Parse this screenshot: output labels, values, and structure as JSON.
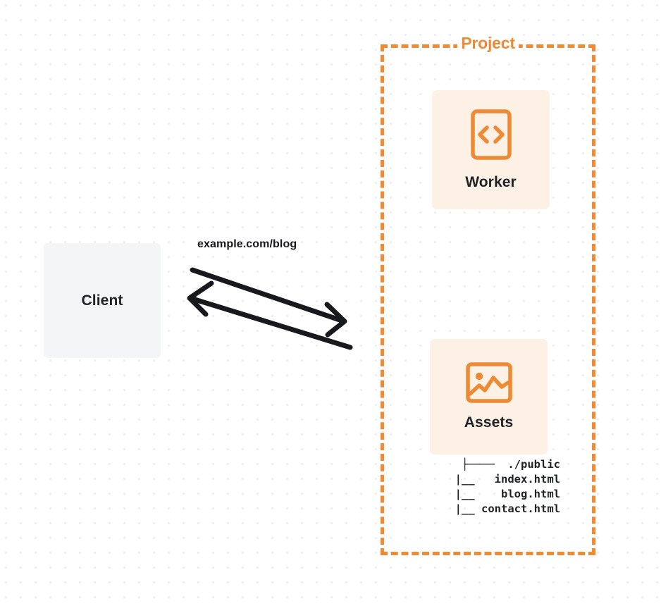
{
  "diagram": {
    "background": "dot-grid",
    "colors": {
      "accent_orange": "#ed8a33",
      "card_fill": "#fdf1e6",
      "client_fill": "#f4f5f7",
      "text_dark": "#1f2225",
      "grid_dot": "#eceef0",
      "arrow_stroke": "#17191c"
    }
  },
  "client": {
    "label": "Client"
  },
  "connection": {
    "label": "example.com/blog",
    "request_direction": "client-to-project",
    "response_direction": "project-to-client"
  },
  "project": {
    "title": "Project",
    "services": [
      {
        "id": "worker",
        "label": "Worker",
        "icon": "code-brackets-icon"
      },
      {
        "id": "assets",
        "label": "Assets",
        "icon": "image-icon"
      }
    ]
  },
  "file_tree": {
    "lines": [
      "├────  ./public",
      "   |__   index.html",
      "   |__    blog.html",
      "   |__ contact.html"
    ],
    "root": "./public",
    "files": [
      "index.html",
      "blog.html",
      "contact.html"
    ]
  }
}
